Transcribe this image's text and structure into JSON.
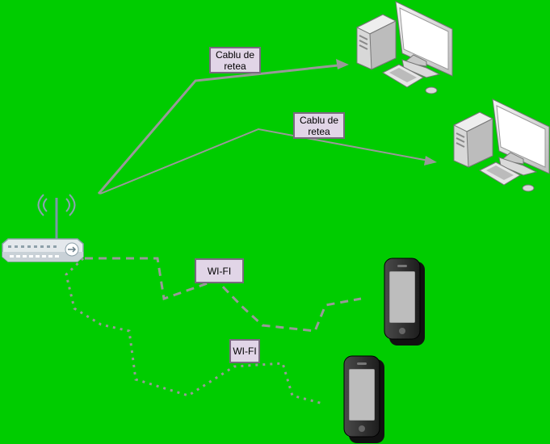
{
  "labels": {
    "cable_1": "Cablu de retea",
    "cable_2": "Cablu de retea",
    "wifi_1": "WI-FI",
    "wifi_2": "WI-FI"
  },
  "colors": {
    "background": "#00cc00",
    "connector": "#999999",
    "label_fill": "#e1d5e7"
  },
  "nodes": [
    "router-icon",
    "desktop-computer-icon",
    "desktop-computer-icon",
    "smartphone-icon",
    "smartphone-icon"
  ]
}
